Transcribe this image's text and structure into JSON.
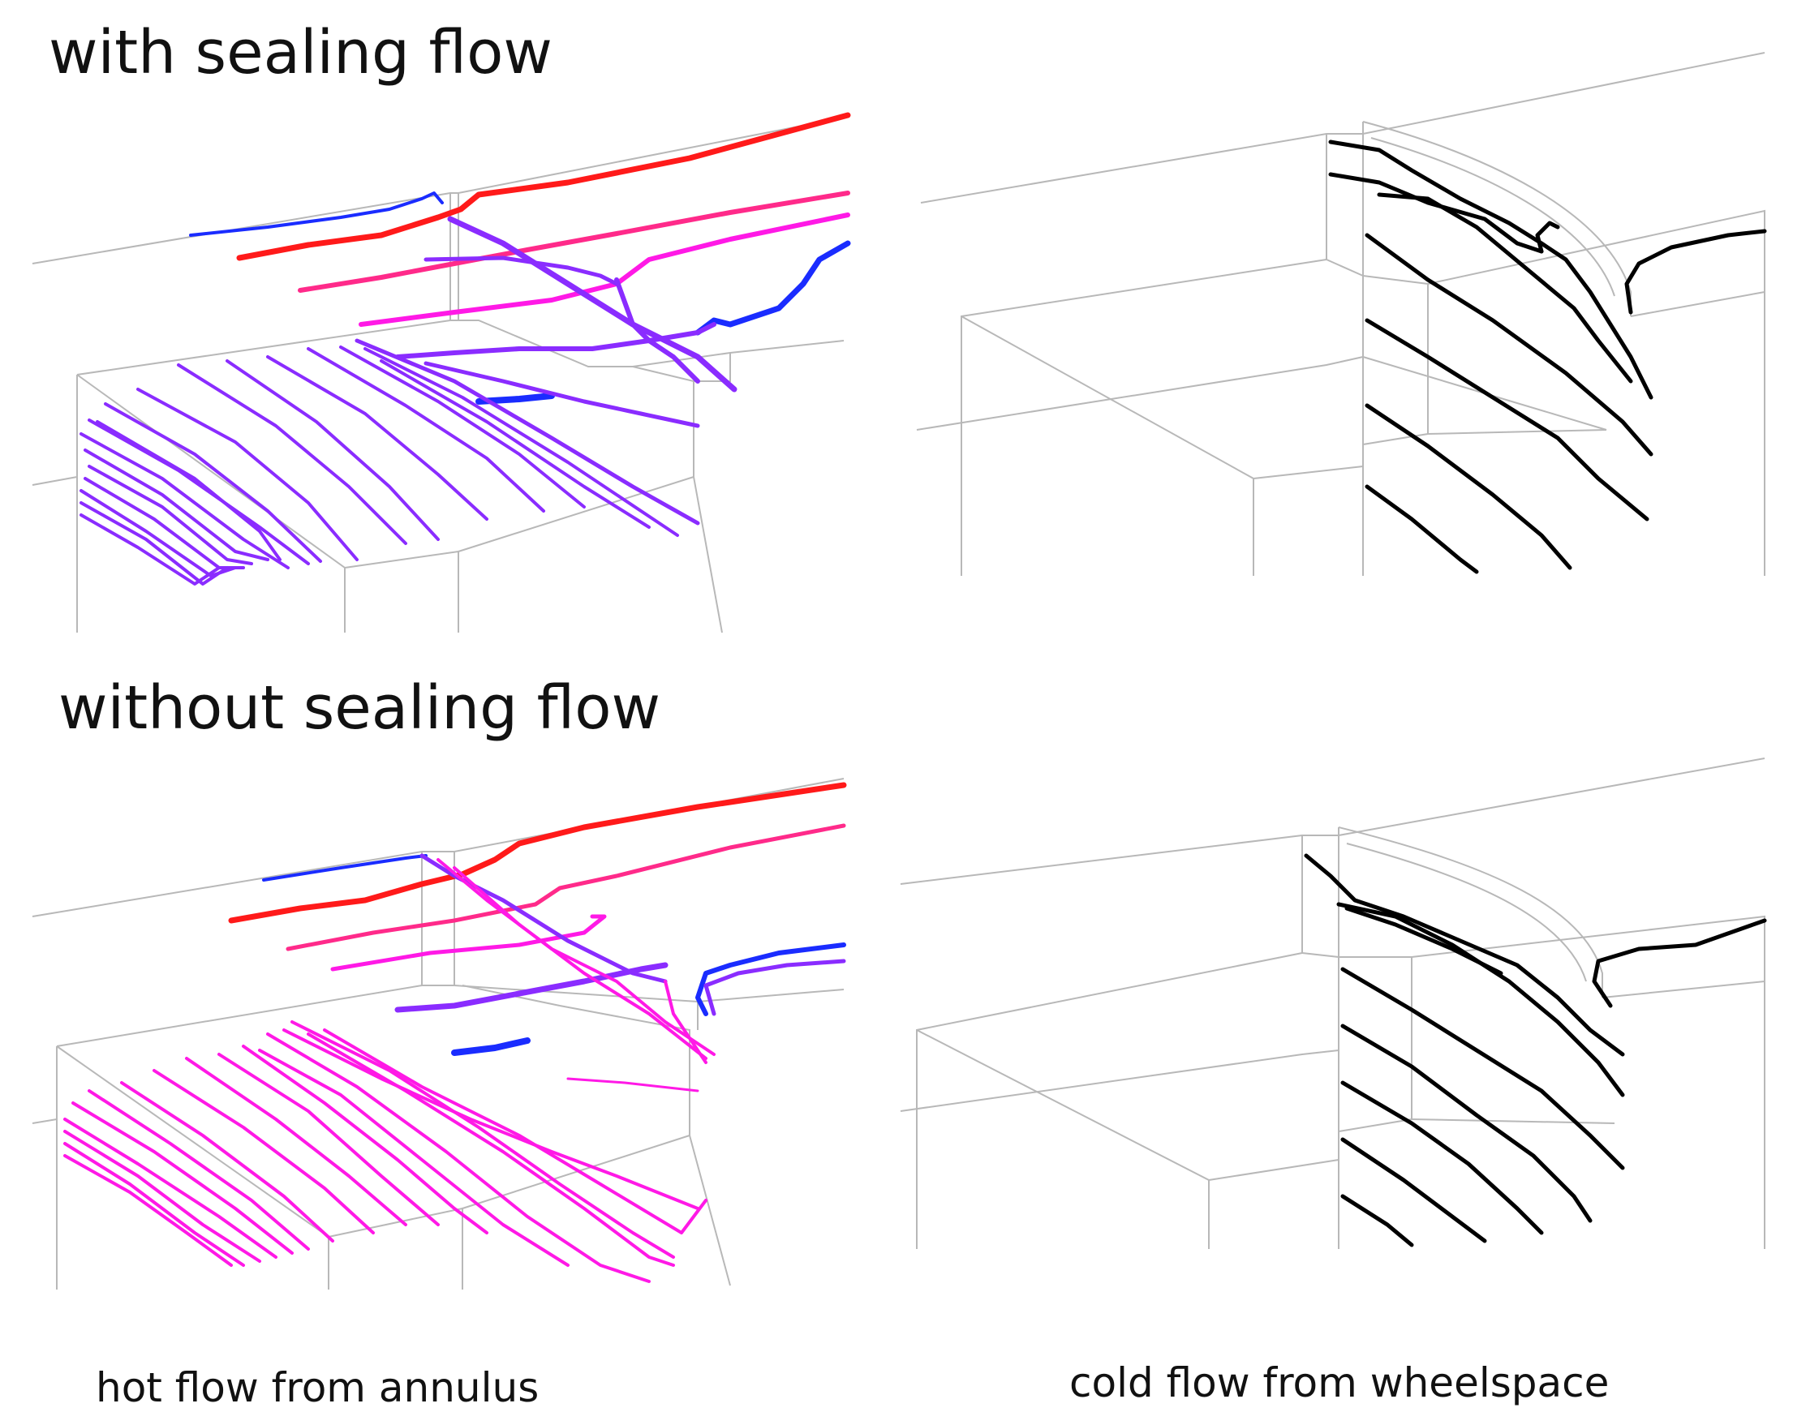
{
  "titles": {
    "top": "with sealing flow",
    "bottom": "without sealing flow"
  },
  "captions": {
    "left": "hot flow from annulus",
    "right": "cold flow from wheelspace"
  },
  "colors": {
    "wireframe": "#b8b8b8",
    "hot_red": "#ff1a1a",
    "hot_pink": "#ff2a8a",
    "hot_magenta": "#ff19e6",
    "hot_violet": "#8a2cff",
    "hot_blue": "#1a2cff",
    "cold_black": "#000000"
  }
}
